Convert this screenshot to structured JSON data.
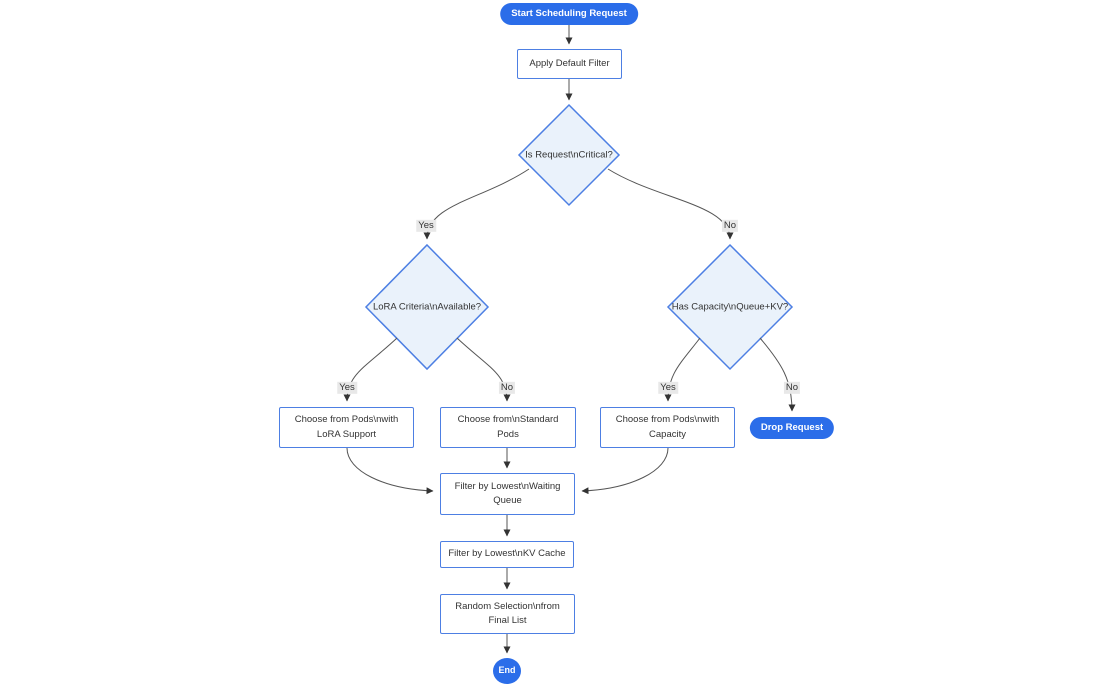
{
  "diagram": {
    "type": "flowchart",
    "direction": "top-down",
    "nodes": {
      "start": {
        "label": "Start Scheduling Request",
        "shape": "stadium"
      },
      "apply_filter": {
        "label": "Apply Default Filter",
        "shape": "rect"
      },
      "is_critical": {
        "label": "Is Request\\nCritical?",
        "shape": "diamond"
      },
      "lora_criteria": {
        "label": "LoRA Criteria\\nAvailable?",
        "shape": "diamond"
      },
      "has_capacity": {
        "label": "Has Capacity\\nQueue+KV?",
        "shape": "diamond"
      },
      "pods_lora": {
        "label": "Choose from Pods\\nwith LoRA Support",
        "shape": "rect"
      },
      "pods_standard": {
        "label": "Choose from\\nStandard Pods",
        "shape": "rect"
      },
      "pods_capacity": {
        "label": "Choose from Pods\\nwith Capacity",
        "shape": "rect"
      },
      "drop_request": {
        "label": "Drop Request",
        "shape": "stadium"
      },
      "filter_queue": {
        "label": "Filter by Lowest\\nWaiting Queue",
        "shape": "rect"
      },
      "filter_kv": {
        "label": "Filter by Lowest\\nKV Cache",
        "shape": "rect"
      },
      "random_selection": {
        "label": "Random Selection\\nfrom Final List",
        "shape": "rect"
      },
      "end": {
        "label": "End",
        "shape": "circle"
      }
    },
    "edges": [
      {
        "from": "start",
        "to": "apply_filter",
        "label": ""
      },
      {
        "from": "apply_filter",
        "to": "is_critical",
        "label": ""
      },
      {
        "from": "is_critical",
        "to": "lora_criteria",
        "label": "Yes"
      },
      {
        "from": "is_critical",
        "to": "has_capacity",
        "label": "No"
      },
      {
        "from": "lora_criteria",
        "to": "pods_lora",
        "label": "Yes"
      },
      {
        "from": "lora_criteria",
        "to": "pods_standard",
        "label": "No"
      },
      {
        "from": "has_capacity",
        "to": "pods_capacity",
        "label": "Yes"
      },
      {
        "from": "has_capacity",
        "to": "drop_request",
        "label": "No"
      },
      {
        "from": "pods_lora",
        "to": "filter_queue",
        "label": ""
      },
      {
        "from": "pods_standard",
        "to": "filter_queue",
        "label": ""
      },
      {
        "from": "pods_capacity",
        "to": "filter_queue",
        "label": ""
      },
      {
        "from": "filter_queue",
        "to": "filter_kv",
        "label": ""
      },
      {
        "from": "filter_kv",
        "to": "random_selection",
        "label": ""
      },
      {
        "from": "random_selection",
        "to": "end",
        "label": ""
      }
    ]
  },
  "colors": {
    "accent_blue": "#2b6de9",
    "node_border": "#4d7fe3",
    "decision_fill": "#eaf2fb",
    "node_fill": "#ffffff",
    "node_text": "#333333",
    "edge_line": "#555555",
    "arrow_color": "#333333",
    "edge_label_bg": "#e8e8e8",
    "canvas_bg": "#ffffff"
  }
}
